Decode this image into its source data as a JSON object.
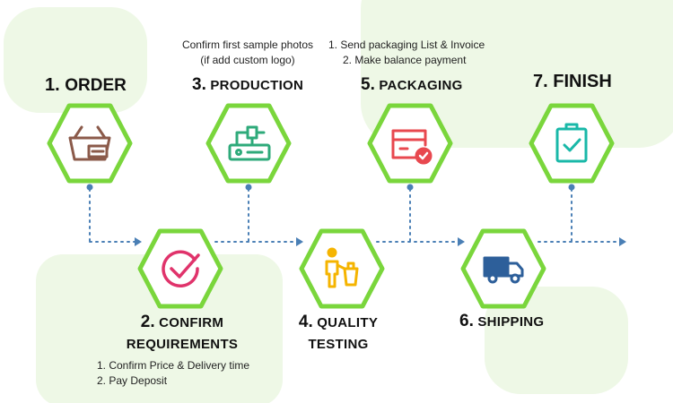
{
  "steps": {
    "order": {
      "num": "1.",
      "label": "ORDER"
    },
    "confirm": {
      "num": "2.",
      "label_line1": "CONFIRM",
      "label_line2": "REQUIREMENTS",
      "notes": [
        "1. Confirm Price & Delivery time",
        "2. Pay Deposit"
      ]
    },
    "production": {
      "num": "3.",
      "label": "PRODUCTION",
      "notes": [
        "Confirm first sample photos",
        "(if add custom logo)"
      ]
    },
    "quality": {
      "num": "4.",
      "label_line1": "QUALITY",
      "label_line2": "TESTING"
    },
    "packaging": {
      "num": "5.",
      "label": "PACKAGING",
      "notes": [
        "1. Send packaging List & Invoice",
        "2. Make balance payment"
      ]
    },
    "shipping": {
      "num": "6.",
      "label": "SHIPPING"
    },
    "finish": {
      "num": "7.",
      "label": "FINISH"
    }
  },
  "icons": {
    "order": "basket-icon",
    "confirm": "check-circle-icon",
    "production": "factory-machine-icon",
    "quality": "inspection-icon",
    "packaging": "package-check-icon",
    "shipping": "delivery-truck-icon",
    "finish": "clipboard-check-icon"
  },
  "colors": {
    "hex_border": "#7ad63c",
    "connector": "#4a7fb5",
    "background_blob": "#eef8e6",
    "order_icon": "#8b5a4a",
    "confirm_icon": "#e0336b",
    "production_icon": "#2eaa7a",
    "quality_icon": "#f5b400",
    "packaging_icon": "#e8484f",
    "shipping_icon": "#2d5f9a",
    "finish_icon": "#19b8a8"
  }
}
